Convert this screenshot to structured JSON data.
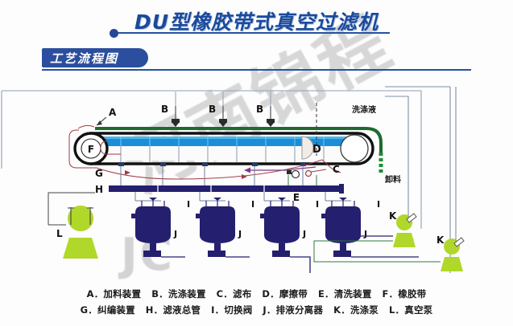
{
  "header": {
    "title": "DU型橡胶带式真空过滤机",
    "subtitle": "工艺流程图"
  },
  "watermark": {
    "main": "河南锦程",
    "secondary": "JC"
  },
  "diagram": {
    "labels": {
      "a": "A",
      "b1": "B",
      "b2": "B",
      "b3": "B",
      "c": "C",
      "d": "D",
      "e": "E",
      "f": "F",
      "g": "G",
      "h": "H",
      "i1": "I",
      "i2": "I",
      "i3": "I",
      "i4": "I",
      "j1": "J",
      "j2": "J",
      "j3": "J",
      "j4": "J",
      "k1": "K",
      "k2": "K",
      "l": "L"
    },
    "annotations": {
      "wash_liquid": "洗涤液",
      "discharge": "卸料"
    },
    "colors": {
      "cake": "#1a8fd8",
      "belt_green": "#1d6b2e",
      "manifold": "#241f6e",
      "vessel": "#241f6e",
      "pump": "#b0d82a",
      "frame": "#7a8ba0",
      "flow_red": "#a03a43"
    }
  },
  "legend": {
    "row1": [
      "A．加料装置",
      "B．洗涤装置",
      "C．滤布",
      "D．摩擦带",
      "E．清洗装置",
      "F．橡胶带"
    ],
    "row2": [
      "G．纠编装置",
      "H．滤液总管",
      "I．切换阀",
      "J．排液分离器",
      "K．洗涤泵",
      "L．真空泵"
    ]
  }
}
